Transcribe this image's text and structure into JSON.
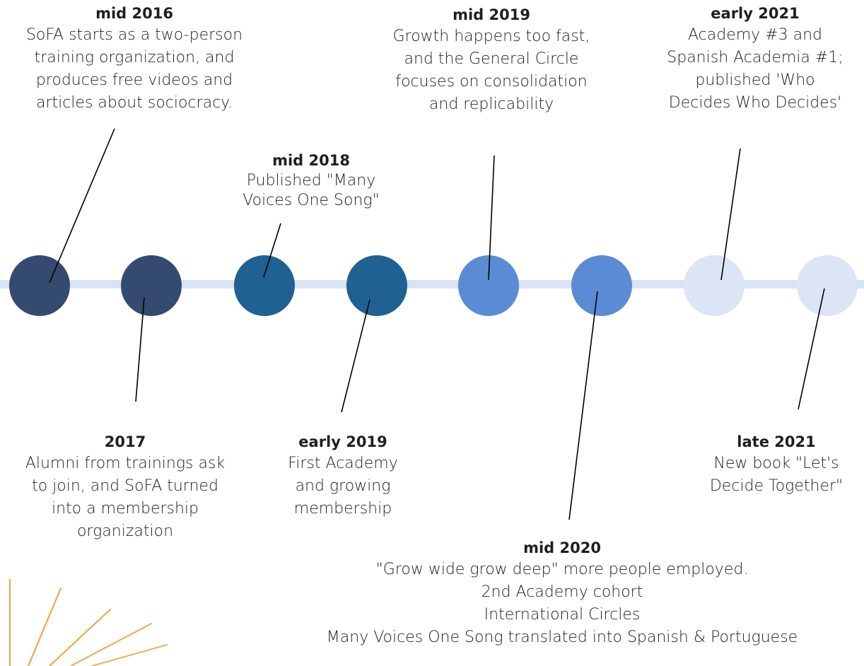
{
  "colors": {
    "track": "#d8e3f6",
    "dark_navy": "#344a6e",
    "medium_blue": "#1f6193",
    "light_blue": "#5b8bd4",
    "pale_blue": "#dbe5f6",
    "connector": "#000000",
    "sunburst": "#f2a74b"
  },
  "milestones": [
    {
      "id": "mid-2016",
      "when": "mid 2016",
      "lines": [
        "SoFA starts as a two-person",
        "training organization, and",
        "produces free videos and",
        "articles about sociocracy."
      ]
    },
    {
      "id": "2017",
      "when": "2017",
      "lines": [
        "Alumni from trainings ask",
        "to join, and SoFA turned",
        "into a membership",
        "organization"
      ]
    },
    {
      "id": "mid-2018",
      "when": "mid 2018",
      "lines": [
        "Published \"Many",
        "Voices One Song\""
      ]
    },
    {
      "id": "early-2019",
      "when": "early 2019",
      "lines": [
        "First Academy",
        "and growing",
        "membership"
      ]
    },
    {
      "id": "mid-2019",
      "when": "mid 2019",
      "lines": [
        "Growth happens too fast,",
        "and the General Circle",
        "focuses on consolidation",
        "and replicability"
      ]
    },
    {
      "id": "mid-2020",
      "when": "mid 2020",
      "lines": [
        "\"Grow wide grow deep\" more people employed.",
        "2nd Academy cohort",
        "International Circles",
        "Many Voices One Song translated into Spanish & Portuguese"
      ]
    },
    {
      "id": "early-2021",
      "when": "early 2021",
      "lines": [
        "Academy #3 and",
        "Spanish Academia #1;",
        "published 'Who",
        "Decides Who Decides'"
      ]
    },
    {
      "id": "late-2021",
      "when": "late 2021",
      "lines": [
        "New book \"Let's",
        "Decide Together\""
      ]
    }
  ]
}
